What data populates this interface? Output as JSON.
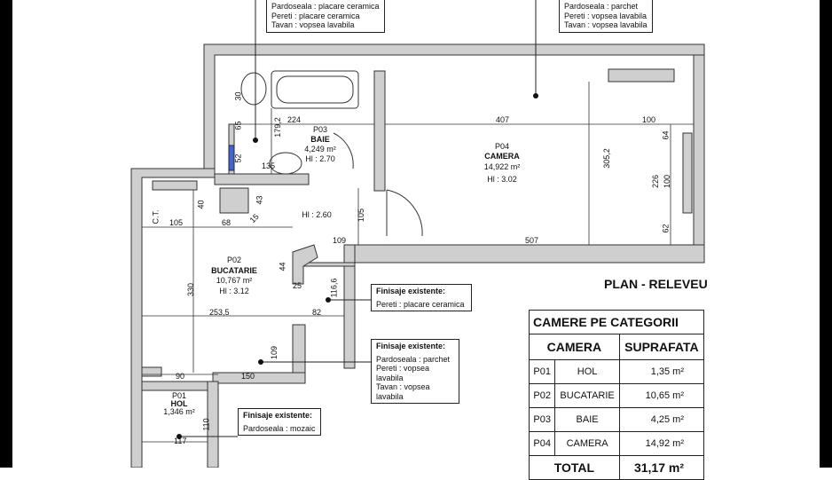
{
  "plan_title": "PLAN - RELEVEU",
  "notes": {
    "baie_top": [
      "Pardoseala : placare ceramica",
      "Pereti : placare ceramica",
      "Tavan : vopsea lavabila"
    ],
    "camera_top": [
      "Pardoseala : parchet",
      "Pereti : vopsea lavabila",
      "Tavan : vopsea lavabila"
    ],
    "n1": {
      "header": "Finisaje existente:",
      "lines": [
        "Pereti : placare ceramica"
      ]
    },
    "n2": {
      "header": "Finisaje existente:",
      "lines": [
        "Pardoseala : parchet",
        "Pereti : vopsea lavabila",
        "Tavan : vopsea lavabila"
      ]
    },
    "n3": {
      "header": "Finisaje existente:",
      "lines": [
        "Pardoseala : mozaic"
      ]
    }
  },
  "rooms": {
    "p03": {
      "code": "P03",
      "name": "BAIE",
      "area": "4,249 m²",
      "hl": "Hl : 2.70"
    },
    "p04": {
      "code": "P04",
      "name": "CAMERA",
      "area": "14,922 m²",
      "hl": "Hl : 3.02"
    },
    "p02": {
      "code": "P02",
      "name": "BUCATARIE",
      "area": "10,767 m²",
      "hl": "Hl : 3.12"
    },
    "p01": {
      "code": "P01",
      "name": "HOL",
      "area": "1,346 m²"
    },
    "hall_hl": "Hl : 2.60",
    "ct": "C.T."
  },
  "dims": {
    "d224": "224",
    "d407": "407",
    "d100a": "100",
    "d1792": "179,2",
    "d65": "65",
    "d30": "30",
    "d52": "52",
    "d135": "135",
    "d3052": "305,2",
    "d64": "64",
    "d226": "226",
    "d100b": "100",
    "d62": "62",
    "d507": "507",
    "d109a": "109",
    "d105a": "105",
    "d105b": "105",
    "d40": "40",
    "d68": "68",
    "d43": "43",
    "d15": "15",
    "d44": "44",
    "d25": "25",
    "d1166": "116,6",
    "d82": "82",
    "d330": "330",
    "d2535": "253,5",
    "d109b": "109",
    "d90": "90",
    "d150": "150",
    "d110": "110",
    "d117": "117"
  },
  "table": {
    "title": "CAMERE PE CATEGORII",
    "col1": "CAMERA",
    "col2": "SUPRAFATA",
    "rows": [
      {
        "id": "P01",
        "name": "HOL",
        "area": "1,35 m²"
      },
      {
        "id": "P02",
        "name": "BUCATARIE",
        "area": "10,65 m²"
      },
      {
        "id": "P03",
        "name": "BAIE",
        "area": "4,25 m²"
      },
      {
        "id": "P04",
        "name": "CAMERA",
        "area": "14,92 m²"
      }
    ],
    "total_label": "TOTAL",
    "total_value": "31,17 m²"
  }
}
